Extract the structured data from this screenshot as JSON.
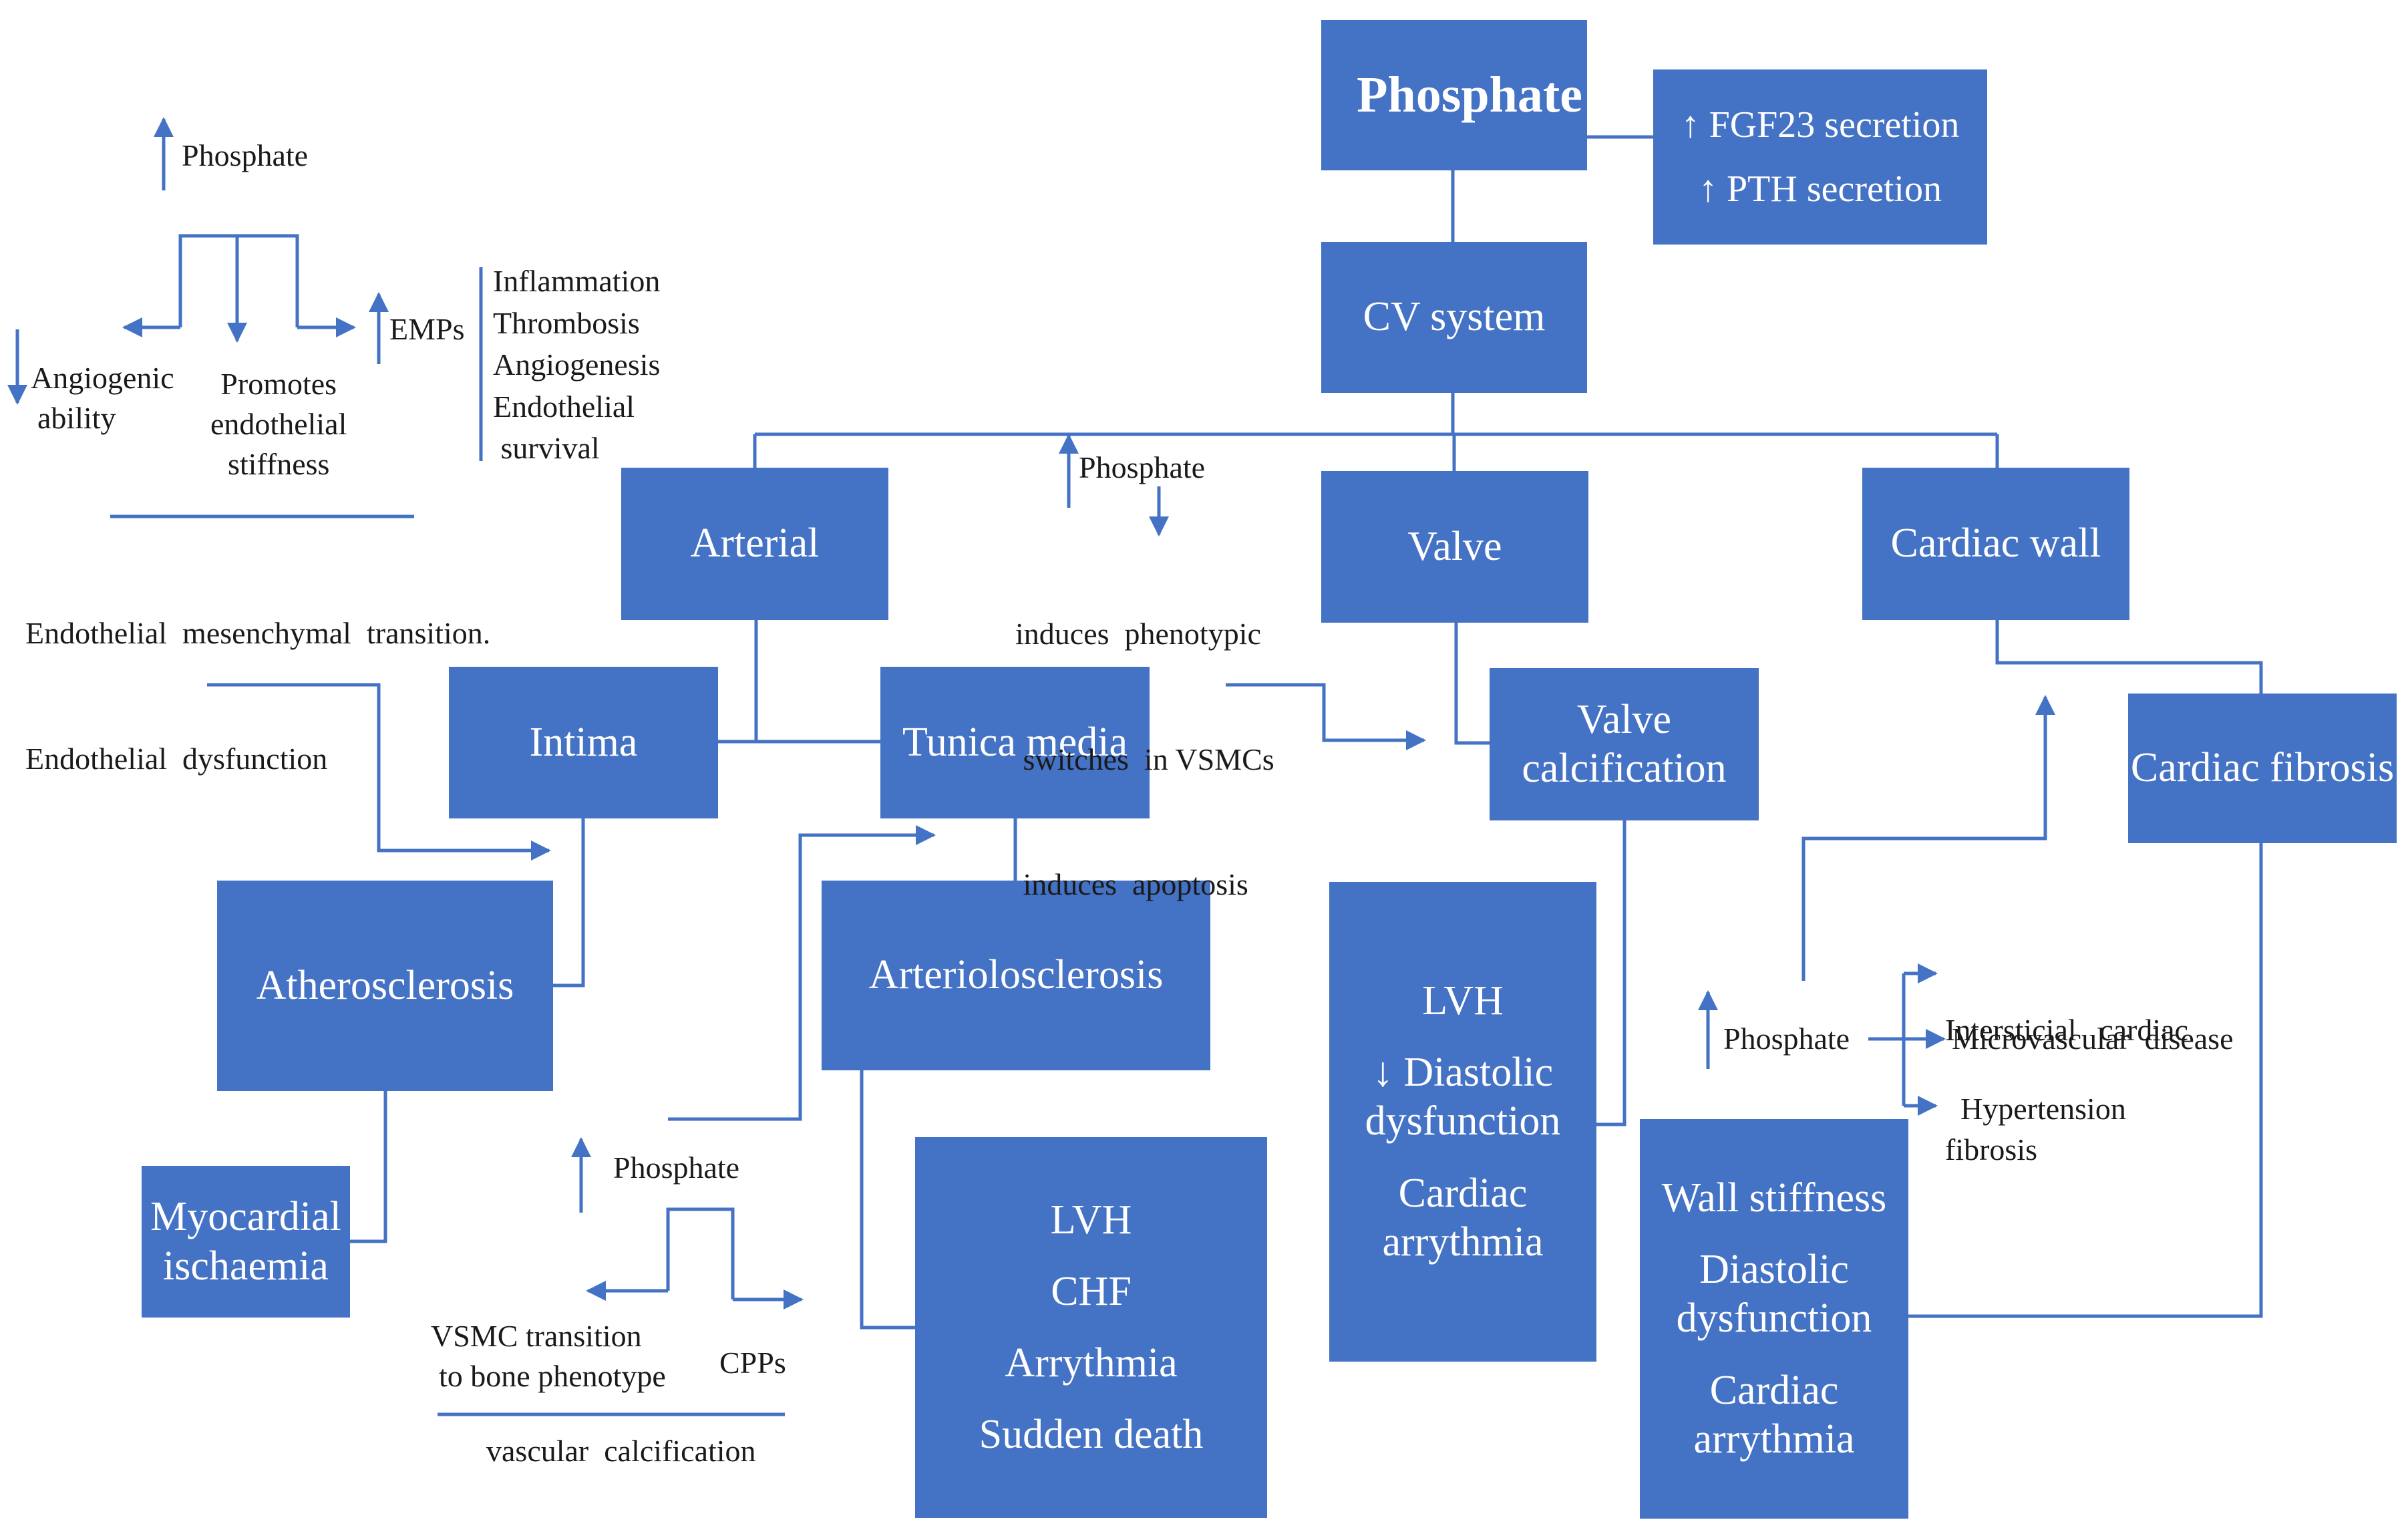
{
  "colors": {
    "box_fill": "#4472C4",
    "connector": "#4472C4",
    "text": "#1a1a1a",
    "background": "#ffffff"
  },
  "boxes": {
    "phosphate": "Phosphate",
    "fgf23": "↑ FGF23 secretion",
    "pth": "↑ PTH secretion",
    "cv_system": "CV system",
    "arterial": "Arterial",
    "valve": "Valve",
    "cardiac_wall": "Cardiac  wall",
    "intima": "Intima",
    "tunica_media": "Tunica media",
    "valve_calcification": [
      "Valve",
      "calcification"
    ],
    "cardiac_fibrosis": "Cardiac  fibrosis",
    "atherosclerosis": "Atherosclerosis",
    "arteriolosclerosis": "Arteriolosclerosis",
    "myocardial_ischaemia": [
      "Myocardial",
      "ischaemia"
    ],
    "valve_outcomes": [
      "LVH",
      "↓ Diastolic",
      "dysfunction",
      "Cardiac",
      "arrythmia"
    ],
    "media_outcomes": [
      "LVH",
      "CHF",
      "Arrythmia",
      "Sudden death"
    ],
    "wall_outcomes": [
      "Wall stiffness",
      "Diastolic",
      "dysfunction",
      "Cardiac",
      "arrythmia"
    ]
  },
  "endothelial_panel": {
    "phosphate": "Phosphate",
    "angiogenic": [
      "Angiogenic",
      "ability"
    ],
    "promotes": [
      "Promotes",
      "endothelial",
      "stiffness"
    ],
    "emps": "EMPs",
    "emp_effects": [
      "Inflammation",
      "Thrombosis",
      "Angiogenesis",
      "Endothelial",
      " survival"
    ],
    "summary": [
      "Endothelial  mesenchymal  transition.",
      "Endothelial  dysfunction"
    ]
  },
  "vsmc_panel": {
    "phosphate": "Phosphate",
    "effects": [
      "induces  phenotypic",
      " switches  in VSMCs",
      " induces  apoptosis"
    ]
  },
  "calcification_panel": {
    "phosphate": "Phosphate",
    "vsmc_transition": [
      "VSMC transition",
      "to bone phenotype"
    ],
    "cpps": "CPPs",
    "summary": "vascular  calcification"
  },
  "fibrosis_panel": {
    "phosphate": "Phosphate",
    "interstitial": [
      "Intersticial   cardiac",
      "fibrosis"
    ],
    "microvascular": "Microvascular  disease",
    "hypertension": "Hypertension"
  }
}
